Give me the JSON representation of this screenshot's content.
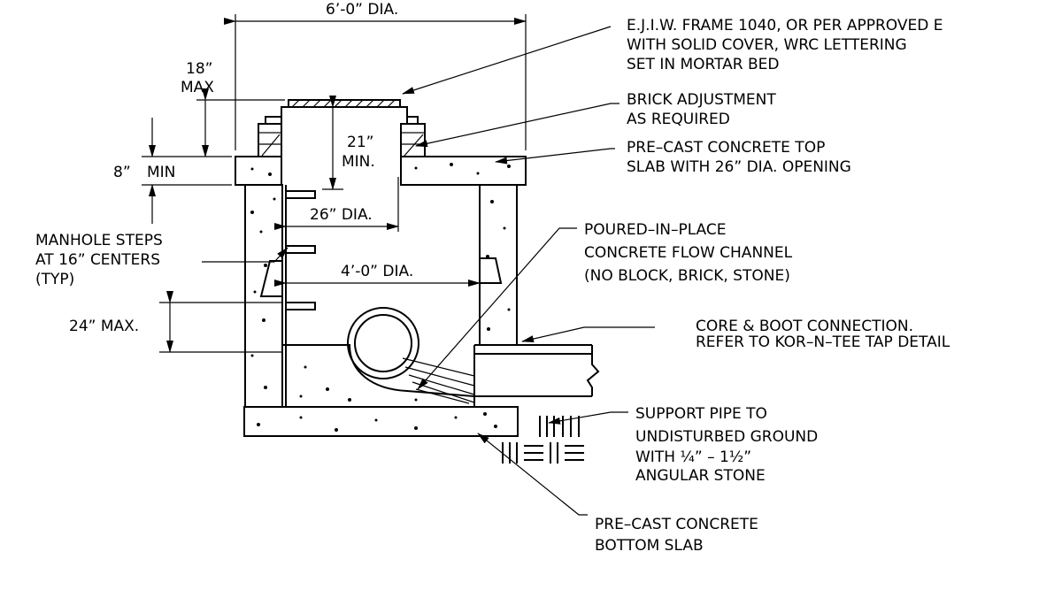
{
  "dimensions": {
    "outer_dia": "6’-0” DIA.",
    "riser_18": "18”",
    "riser_max": "MAX",
    "slab_8": "8”",
    "slab_min": "MIN",
    "frame_21": "21”",
    "frame_min": "MIN.",
    "opening_26": "26” DIA.",
    "inner_dia": "4’-0” DIA.",
    "step_24": "24” MAX."
  },
  "callouts": {
    "frame": [
      "E.J.I.W. FRAME 1040, OR PER APPROVED E",
      "WITH SOLID COVER, WRC LETTERING",
      "SET IN MORTAR BED"
    ],
    "brick": [
      "BRICK ADJUSTMENT",
      "AS REQUIRED"
    ],
    "top_slab": [
      "PRE–CAST CONCRETE TOP",
      "SLAB WITH 26” DIA. OPENING"
    ],
    "steps": [
      "MANHOLE STEPS",
      "AT 16” CENTERS",
      "(TYP)"
    ],
    "channel": [
      "POURED–IN–PLACE",
      "CONCRETE FLOW CHANNEL",
      "(NO BLOCK, BRICK, STONE)"
    ],
    "core": [
      "CORE & BOOT CONNECTION.",
      "REFER TO KOR–N–TEE TAP DETAIL"
    ],
    "support": [
      "SUPPORT PIPE TO",
      "UNDISTURBED GROUND",
      "WITH ¼” – 1½”",
      "ANGULAR STONE"
    ],
    "bottom_slab": [
      "PRE–CAST CONCRETE",
      "BOTTOM SLAB"
    ]
  }
}
